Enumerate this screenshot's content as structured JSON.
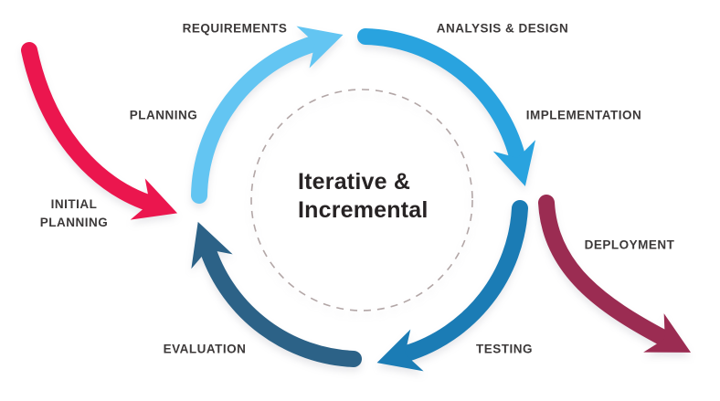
{
  "center": {
    "line1": "Iterative &",
    "line2": "Incremental"
  },
  "labels": {
    "requirements": "REQUIREMENTS",
    "analysis_design": "ANALYSIS & DESIGN",
    "planning": "PLANNING",
    "implementation": "IMPLEMENTATION",
    "initial_planning_line1": "INITIAL",
    "initial_planning_line2": "PLANNING",
    "deployment": "DEPLOYMENT",
    "evaluation": "EVALUATION",
    "testing": "TESTING"
  },
  "colors": {
    "arc_planning": "#63C5F2",
    "arc_analysis": "#29A3DF",
    "arc_testing": "#1B7CB5",
    "arc_evaluation": "#2C6287",
    "arrow_initial": "#EB164E",
    "arrow_deployment": "#9B2C52",
    "dashed_circle": "#B2A6A6",
    "label_text": "#3C3939",
    "center_text": "#272324",
    "background": "#FFFFFF"
  }
}
